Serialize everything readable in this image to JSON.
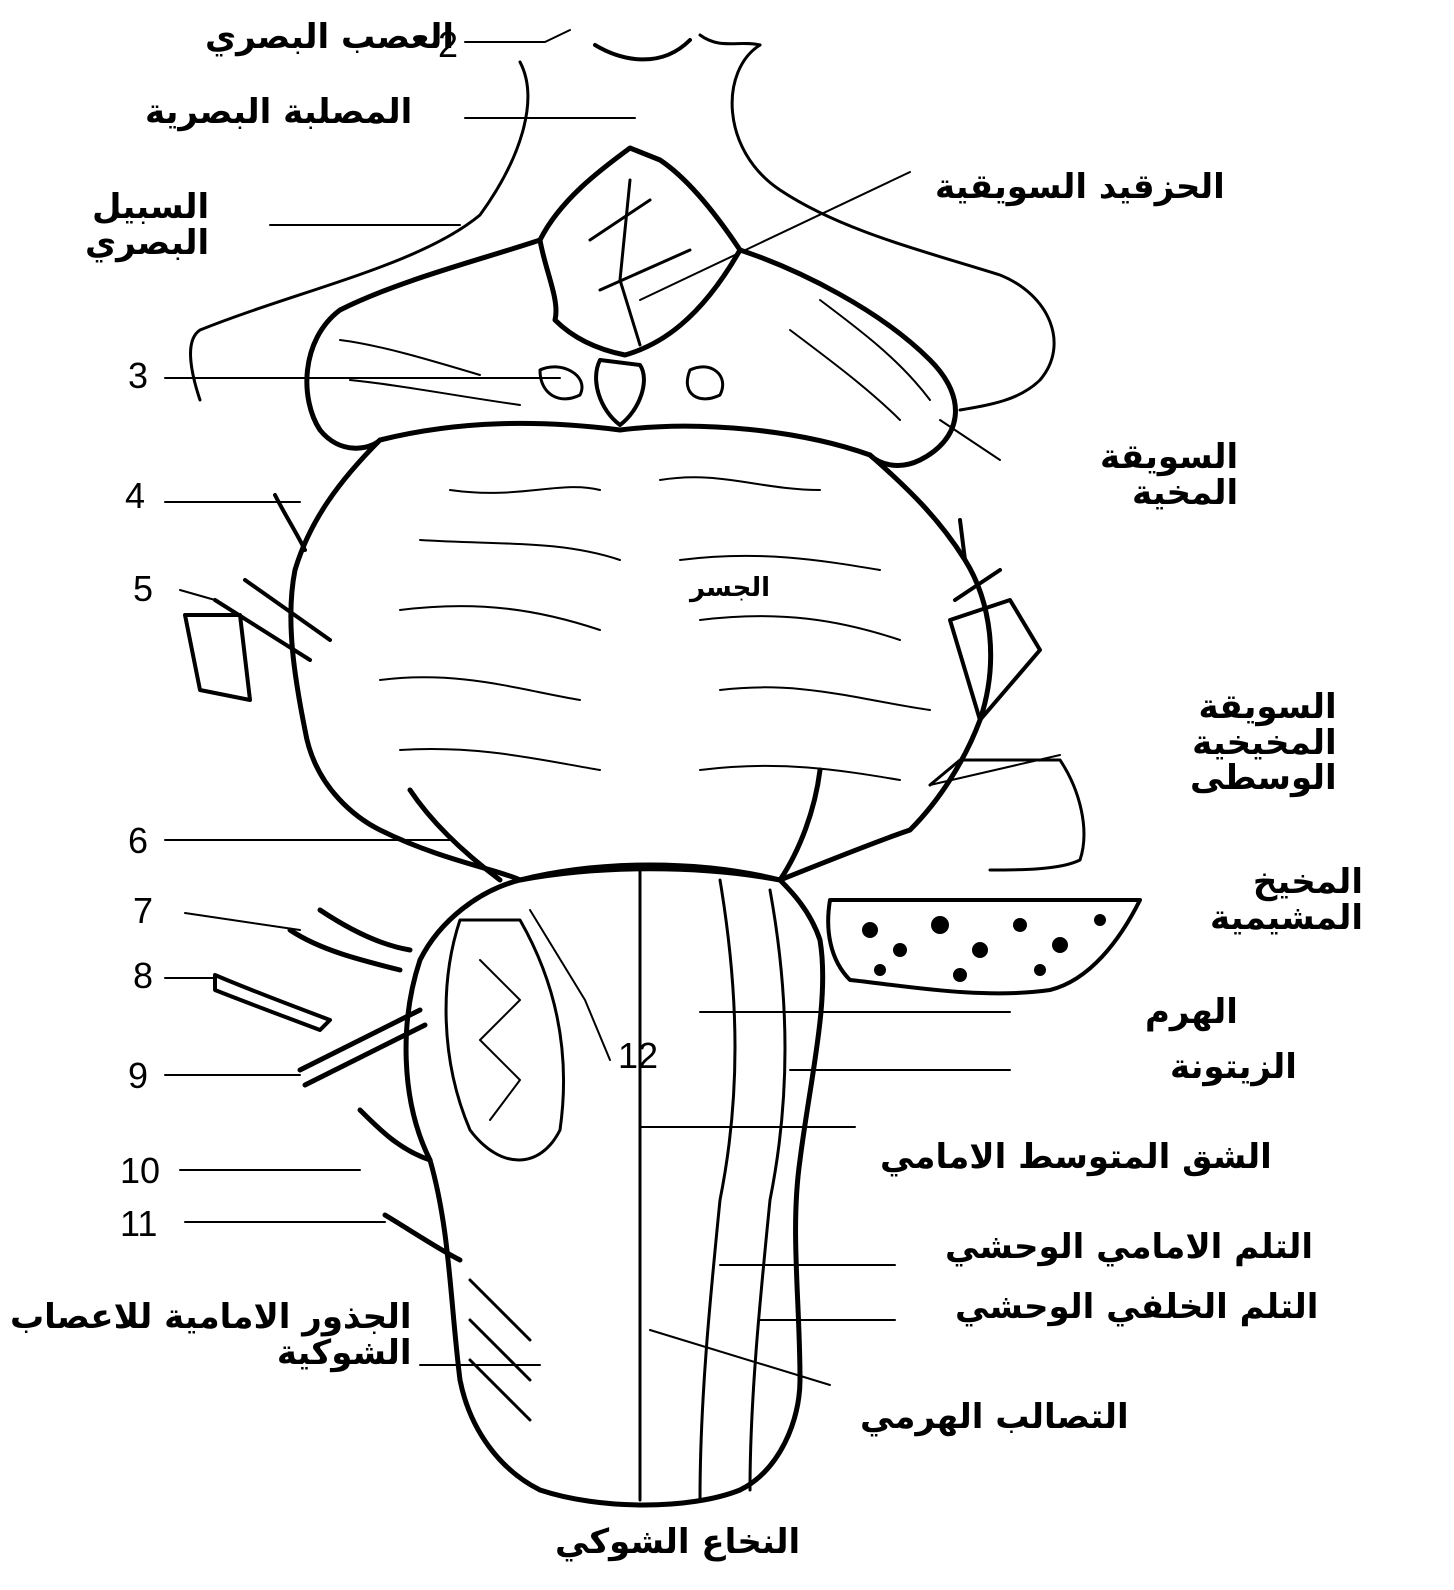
{
  "colors": {
    "ink": "#000000",
    "paper": "#ffffff"
  },
  "numbers": [
    "2",
    "3",
    "4",
    "5",
    "6",
    "7",
    "8",
    "9",
    "10",
    "11",
    "12"
  ],
  "labels": {
    "optic_nerve": "العصب البصري",
    "optic_chiasm": "المصلبة البصرية",
    "optic_tract": [
      "السبيل",
      "البصري"
    ],
    "infundibulum": "الحزقيد السويقية",
    "cerebral_peduncle": [
      "السويقة",
      "المخية"
    ],
    "pons": "الجسر",
    "middle_cerebellar_peduncle": [
      "السويقة",
      "المخيخية",
      "الوسطى"
    ],
    "cerebellum_cortex": [
      "المخيخ",
      "المشيمية"
    ],
    "pyramid": "الهرم",
    "olive": "الزيتونة",
    "anterior_median_fissure": "الشق المتوسط الامامي",
    "anterolateral_sulcus": "التلم الامامي الوحشي",
    "posterolateral_sulcus": "التلم الخلفي الوحشي",
    "pyramidal_decussation": "التصالب الهرمي",
    "anterior_roots": [
      "الجذور الامامية للاعصاب",
      "الشوكية"
    ],
    "spinal_cord": "النخاع الشوكي"
  }
}
